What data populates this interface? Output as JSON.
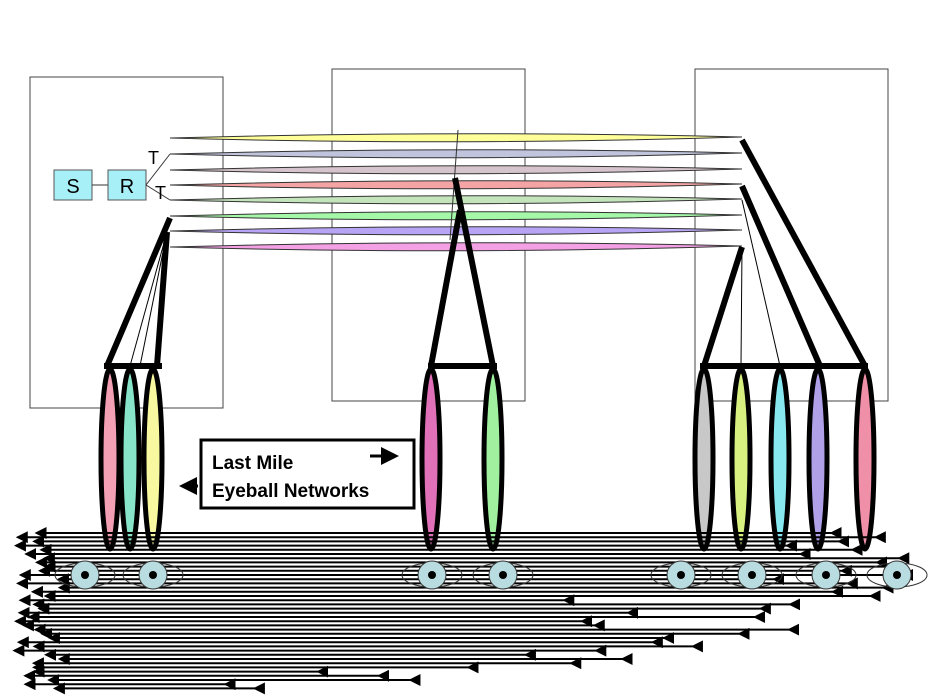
{
  "nodes": {
    "source": "S",
    "relay": "R",
    "tap_top": "T",
    "tap_bottom": "T"
  },
  "legend": {
    "line1": "Last Mile",
    "line2": "Eyeball Networks"
  },
  "colors": {
    "node_fill": "#a8f0f8",
    "channels": [
      "#ffff99",
      "#c0c4dc",
      "#d6c4cc",
      "#f4a4a4",
      "#c4e4bc",
      "#a4f8a8",
      "#b8a4f4",
      "#f4a0e4"
    ],
    "left_nets": [
      "#f4a0b4",
      "#88e4c8",
      "#f8f8a0"
    ],
    "mid_nets": [
      "#e070b8",
      "#a0f0a0"
    ],
    "right_nets": [
      "#c8c8c8",
      "#d8f080",
      "#88e8f0",
      "#b0a0e8",
      "#f090a8"
    ],
    "eye": "#b8dce0"
  }
}
